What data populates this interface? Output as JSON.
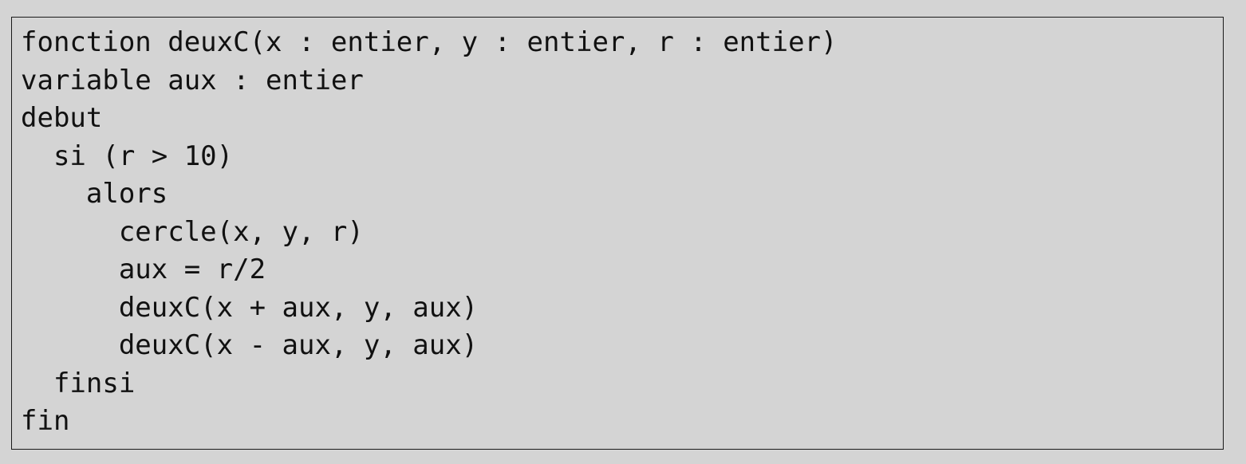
{
  "code": {
    "lines": [
      "fonction deuxC(x : entier, y : entier, r : entier)",
      "variable aux : entier",
      "debut",
      "  si (r > 10)",
      "    alors",
      "      cercle(x, y, r)",
      "      aux = r/2",
      "      deuxC(x + aux, y, aux)",
      "      deuxC(x - aux, y, aux)",
      "  finsi",
      "fin"
    ]
  }
}
